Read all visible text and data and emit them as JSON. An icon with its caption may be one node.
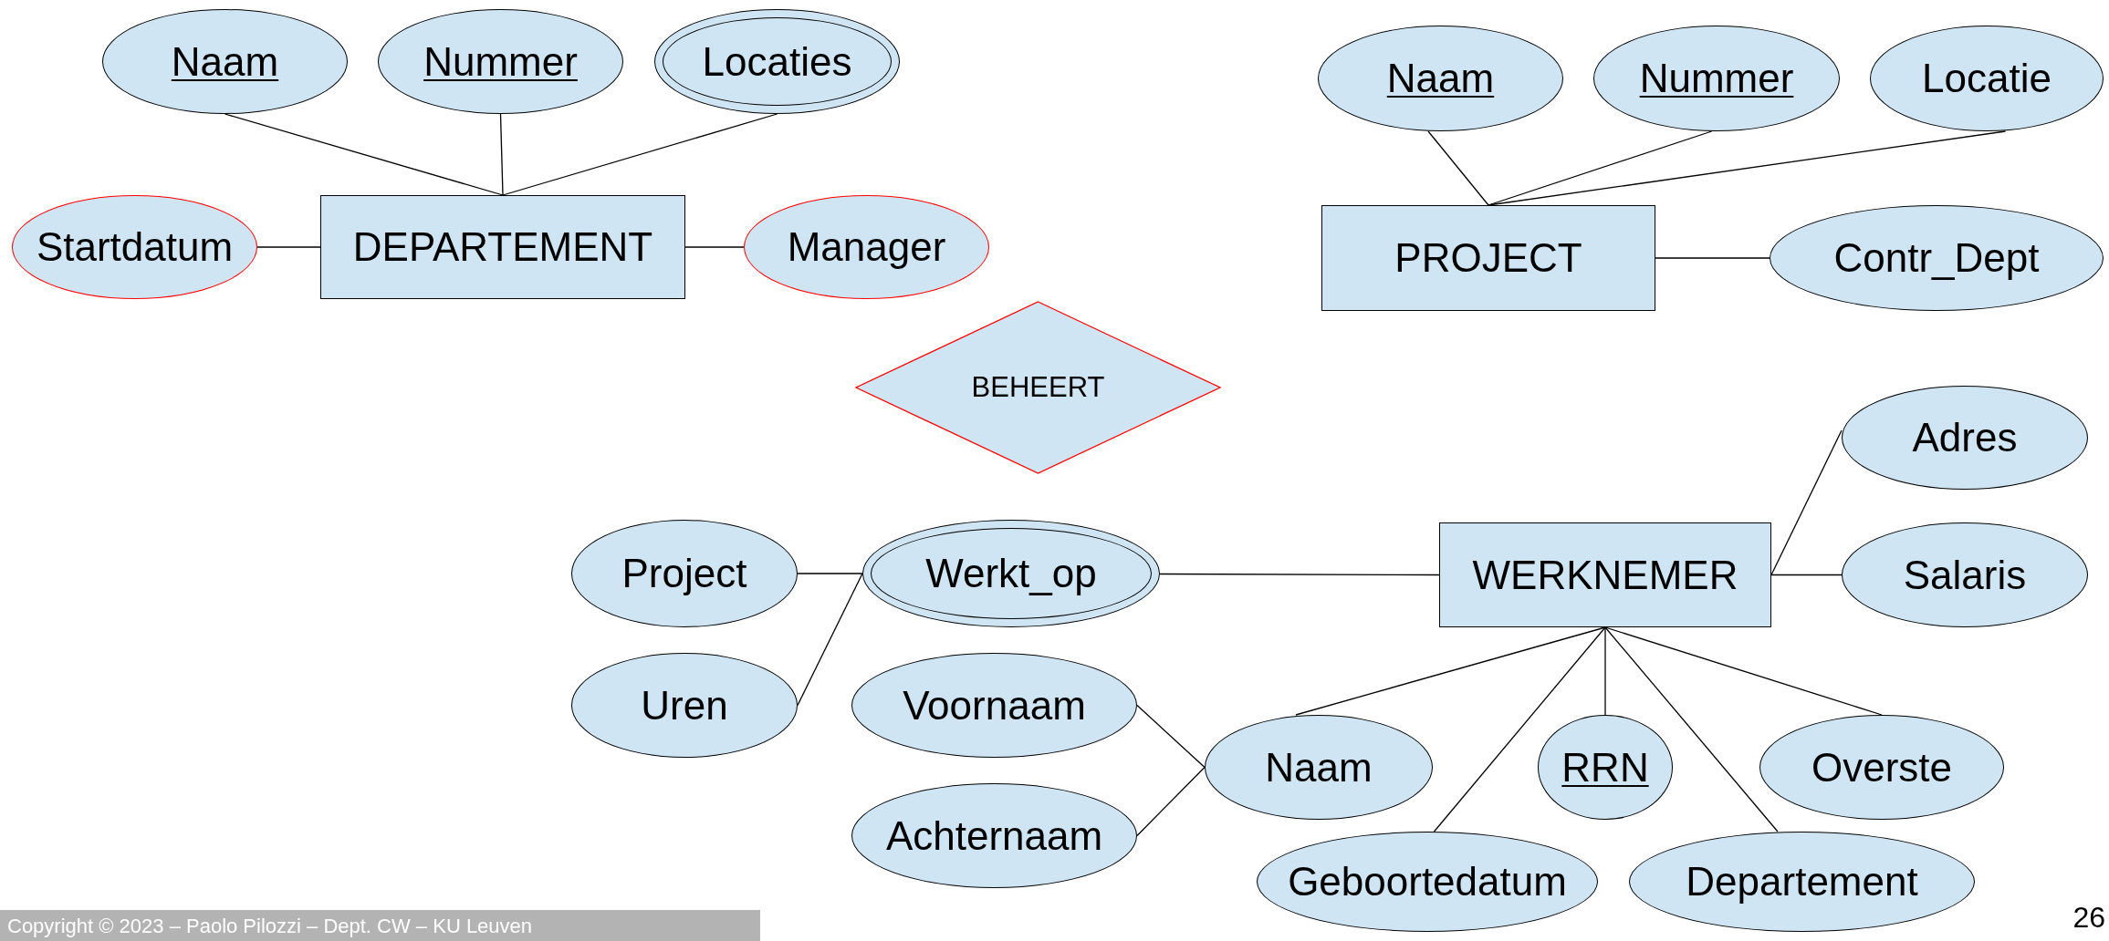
{
  "diagram": {
    "nodes": [
      {
        "text": [
          "Naam"
        ]
      },
      {
        "text": [
          "Nummer"
        ]
      },
      {
        "text": [
          "Locaties"
        ]
      },
      {
        "text": [
          "Startdatum"
        ]
      },
      {
        "text": [
          "DEPARTEMENT"
        ]
      },
      {
        "text": [
          "Manager"
        ]
      },
      {
        "text": [
          "Naam"
        ]
      },
      {
        "text": [
          "Nummer"
        ]
      },
      {
        "text": [
          "Locatie"
        ]
      },
      {
        "text": [
          "PROJECT"
        ]
      },
      {
        "text": [
          "Contr_Dept"
        ]
      },
      {
        "text": [
          "BEHEERT"
        ]
      },
      {
        "text": [
          "Adres"
        ]
      },
      {
        "text": [
          "Project"
        ]
      },
      {
        "text": [
          "Werkt_op"
        ]
      },
      {
        "text": [
          "WERKNEMER"
        ]
      },
      {
        "text": [
          "Salaris"
        ]
      },
      {
        "text": [
          "Uren"
        ]
      },
      {
        "text": [
          "Voornaam"
        ]
      },
      {
        "text": [
          "Achternaam"
        ]
      },
      {
        "text": [
          "Naam"
        ]
      },
      {
        "text": [
          "RRN"
        ]
      },
      {
        "text": [
          "Overste"
        ]
      },
      {
        "text": [
          "Geboortedatum"
        ]
      },
      {
        "text": [
          "Departement"
        ]
      }
    ],
    "edges": [
      {
        "from": 4,
        "to": 0,
        "arrow": "none"
      },
      {
        "from": 4,
        "to": 1,
        "arrow": "none"
      },
      {
        "from": 4,
        "to": 2,
        "arrow": "none"
      },
      {
        "from": 4,
        "to": 3,
        "arrow": "none"
      },
      {
        "from": 4,
        "to": 5,
        "arrow": "none"
      },
      {
        "from": 9,
        "to": 6,
        "arrow": "none"
      },
      {
        "from": 9,
        "to": 7,
        "arrow": "none"
      },
      {
        "from": 9,
        "to": 8,
        "arrow": "none"
      },
      {
        "from": 9,
        "to": 10,
        "arrow": "none"
      },
      {
        "from": 15,
        "to": 12,
        "arrow": "none"
      },
      {
        "from": 15,
        "to": 16,
        "arrow": "none"
      },
      {
        "from": 15,
        "to": 14,
        "arrow": "none"
      },
      {
        "from": 14,
        "to": 13,
        "arrow": "none"
      },
      {
        "from": 14,
        "to": 17,
        "arrow": "none"
      },
      {
        "from": 15,
        "to": 20,
        "arrow": "none"
      },
      {
        "from": 15,
        "to": 21,
        "arrow": "none"
      },
      {
        "from": 15,
        "to": 22,
        "arrow": "none"
      },
      {
        "from": 15,
        "to": 23,
        "arrow": "none"
      },
      {
        "from": 15,
        "to": 24,
        "arrow": "none"
      },
      {
        "from": 20,
        "to": 18,
        "arrow": "none"
      },
      {
        "from": 20,
        "to": 19,
        "arrow": "none"
      }
    ],
    "labels": [
      "Copyright © 2023 – Paolo Pilozzi – Dept. CW – KU Leuven",
      "26"
    ]
  }
}
